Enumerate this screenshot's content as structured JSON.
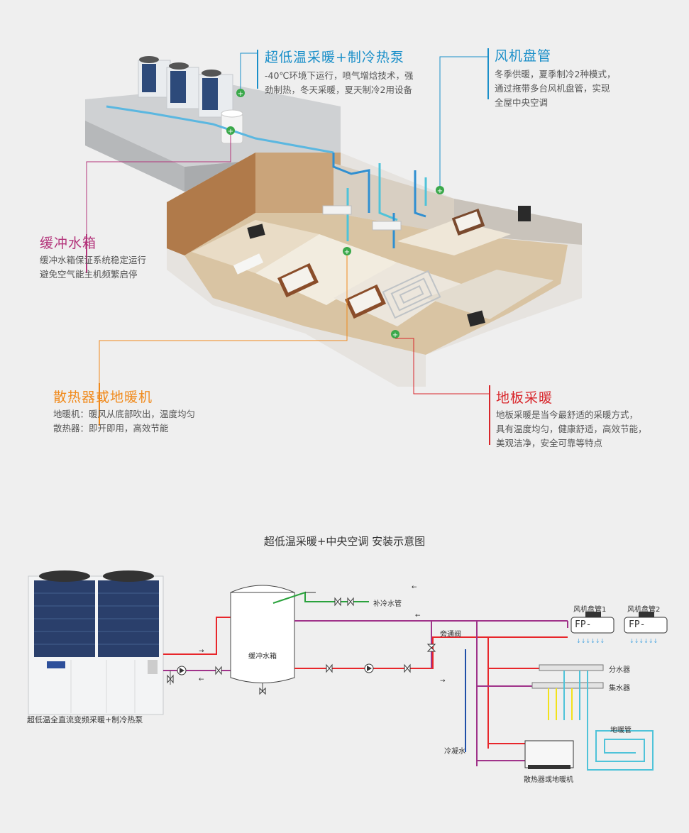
{
  "colors": {
    "heatpump_title": "#1a8fc9",
    "fancoil_title": "#1a8fc9",
    "buffer_title": "#b3337a",
    "radiator_title": "#f08a1c",
    "floor_title": "#d8262b",
    "pipe_hot": "#e8262b",
    "pipe_return": "#a0338a",
    "pipe_cold": "#1f4fa8",
    "pipe_makeup": "#2aa23c",
    "pipe_floor": "#4fc3d9"
  },
  "callouts": {
    "heatpump": {
      "title": "超低温采暖+制冷热泵",
      "lines": [
        "-40℃环境下运行，喷气增焓技术，强",
        "劲制热，冬天采暖，夏天制冷2用设备"
      ]
    },
    "fancoil": {
      "title": "风机盘管",
      "lines": [
        "冬季供暖，夏季制冷2种模式，",
        "通过拖带多台风机盘管，实现",
        "全屋中央空调"
      ]
    },
    "buffer": {
      "title": "缓冲水箱",
      "lines": [
        "缓冲水箱保证系统稳定运行",
        "避免空气能主机频繁启停"
      ]
    },
    "radiator": {
      "title": "散热器或地暖机",
      "lines": [
        "地暖机：暖风从底部吹出，温度均匀",
        "散热器：即开即用，高效节能"
      ]
    },
    "floor": {
      "title": "地板采暖",
      "lines": [
        "地板采暖是当今最舒适的采暖方式，",
        "具有温度均匀，健康舒适，高效节能，",
        "美观洁净，安全可靠等特点"
      ]
    }
  },
  "schematic": {
    "title": "超低温采暖+中央空调 安装示意图",
    "unit_caption": "超低温全直流变频采暖+制冷热泵",
    "tank_label": "缓冲水箱",
    "makeup_label": "补冷水管",
    "bypass_label": "旁通阀",
    "fancoil1_label": "风机盘管1",
    "fancoil2_label": "风机盘管2",
    "fp_text": "FP-",
    "distributor_label": "分水器",
    "collector_label": "集水器",
    "floor_pipe_label": "地暖管",
    "condensate_label": "冷凝水",
    "radiator_label": "散热器或地暖机"
  }
}
